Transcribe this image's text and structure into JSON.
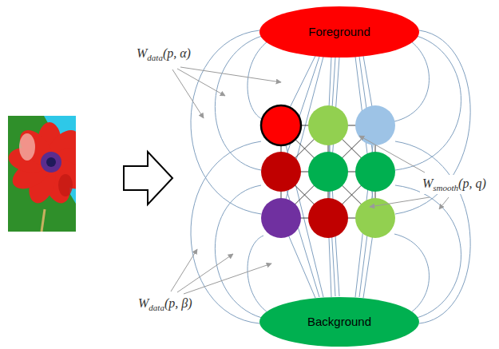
{
  "diagram": {
    "nodes": [
      {
        "text": [
          "Foreground"
        ]
      },
      {
        "text": [
          "Background"
        ]
      }
    ],
    "labels": [
      "W",
      "data",
      "(p, α)",
      "W",
      "smooth",
      "(p, q)",
      "W",
      "data",
      "(p, β)"
    ]
  }
}
